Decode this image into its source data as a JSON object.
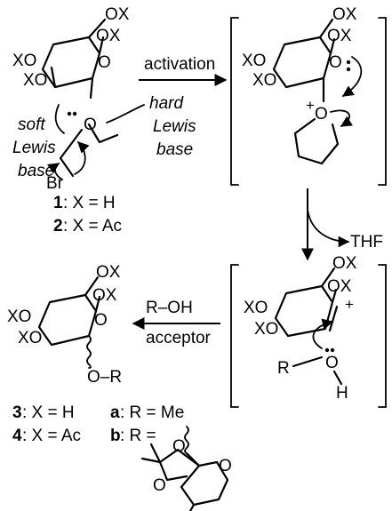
{
  "atoms": {
    "ox": "OX",
    "xo": "XO",
    "o": "O",
    "br": "Br",
    "h": "H",
    "r": "R",
    "plus": "+",
    "ro": "O–R"
  },
  "annotations": {
    "soft": "soft",
    "soft_lewis": "Lewis",
    "soft_base": "base",
    "hard": "hard",
    "hard_lewis": "Lewis",
    "hard_base": "base"
  },
  "reagents": {
    "activation": "activation",
    "thf": "THF",
    "roh": "R–OH",
    "acceptor": "acceptor"
  },
  "compounds": {
    "c1_num": "1",
    "c1_def": ": X = H",
    "c2_num": "2",
    "c2_def": ": X = Ac",
    "c3_num": "3",
    "c3_def": ": X = H",
    "c4_num": "4",
    "c4_def": ": X = Ac",
    "a_letter": "a",
    "a_def": ": R = Me",
    "b_letter": "b",
    "b_def": ": R ="
  }
}
